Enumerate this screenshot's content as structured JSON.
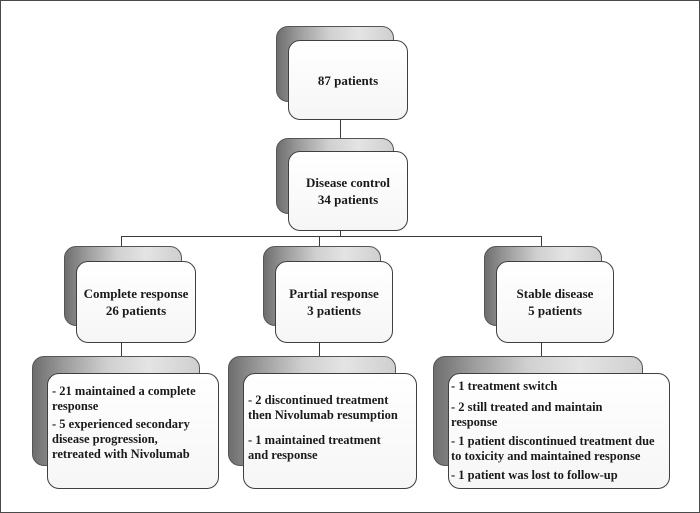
{
  "root": {
    "label": "87 patients"
  },
  "control": {
    "title": "Disease control",
    "count": "34 patients"
  },
  "branches": [
    {
      "title": "Complete response",
      "count": "26 patients",
      "details": [
        [
          "- 21 maintained a complete",
          "response"
        ],
        [
          "- 5 experienced secondary",
          "disease progression,",
          "retreated with Nivolumab"
        ]
      ]
    },
    {
      "title": "Partial response",
      "count": "3 patients",
      "details": [
        [
          "- 2 discontinued treatment",
          "then Nivolumab resumption"
        ],
        [
          "- 1 maintained treatment",
          "and response"
        ]
      ]
    },
    {
      "title": "Stable disease",
      "count": "5 patients",
      "details": [
        [
          "- 1 treatment switch"
        ],
        [
          "- 2 still treated and maintain",
          "response"
        ],
        [
          "- 1 patient discontinued treatment due",
          "to toxicity and maintained response"
        ],
        [
          "- 1 patient was lost to follow-up"
        ]
      ]
    }
  ]
}
